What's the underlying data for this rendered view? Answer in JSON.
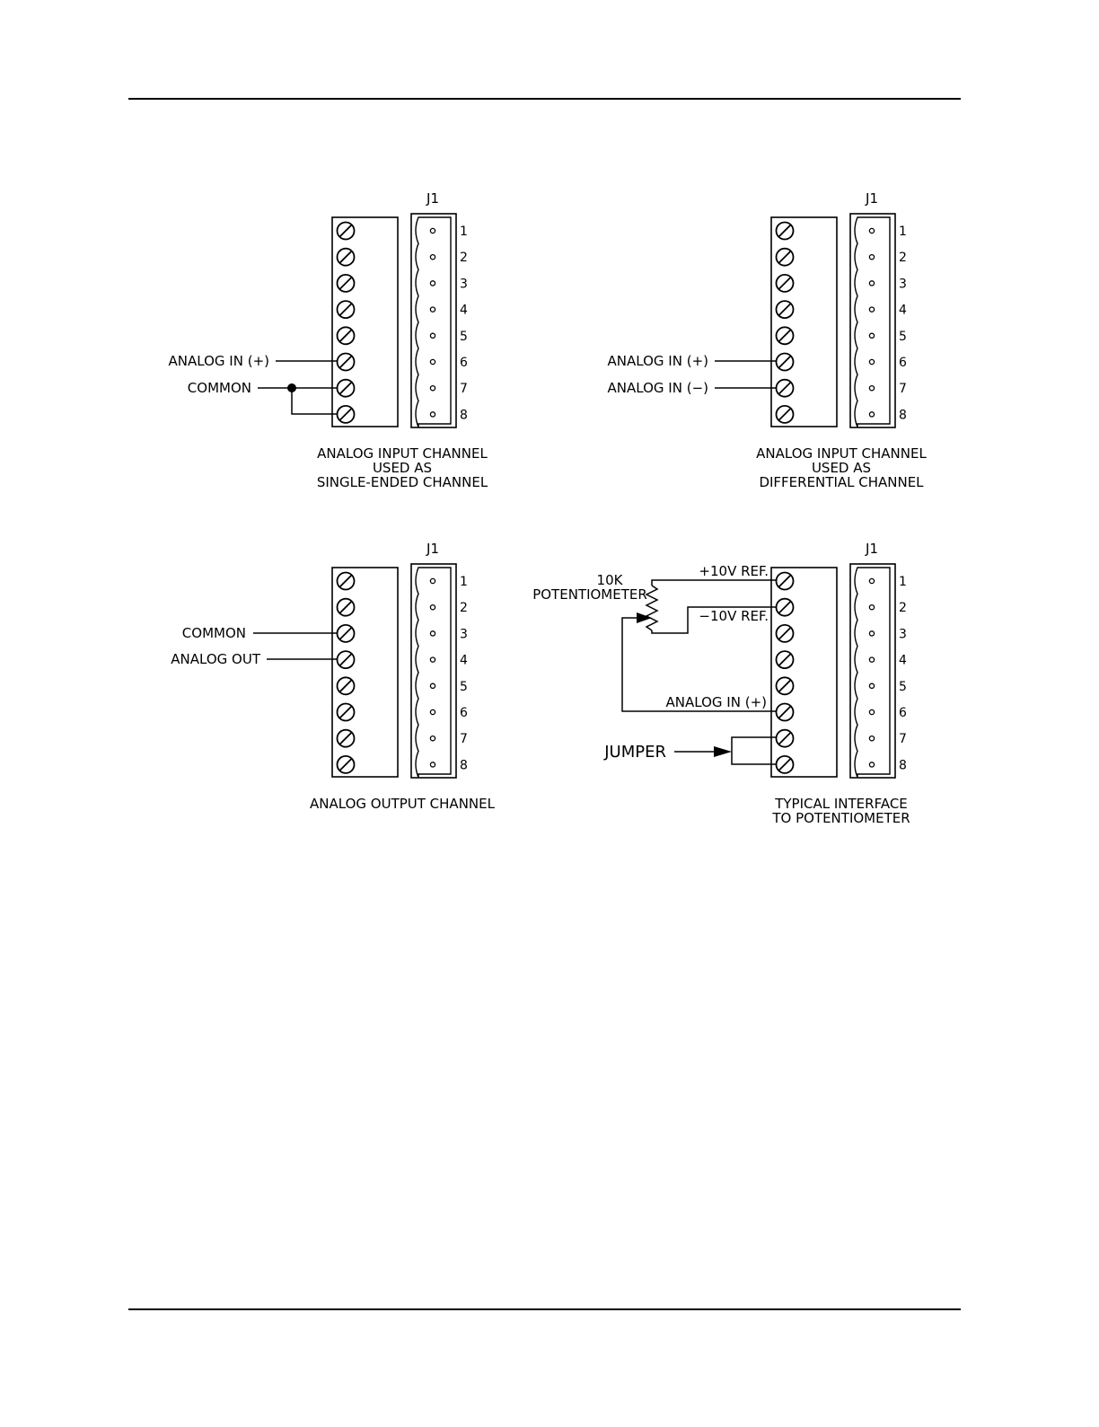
{
  "diagrams": [
    {
      "id": "single-ended",
      "connector_label": "J1",
      "pins": [
        "1",
        "2",
        "3",
        "4",
        "5",
        "6",
        "7",
        "8"
      ],
      "caption": [
        "ANALOG INPUT CHANNEL",
        "USED AS",
        "SINGLE-ENDED CHANNEL"
      ],
      "wires": [
        {
          "label": "ANALOG IN (+)",
          "pin": 6
        },
        {
          "label": "COMMON",
          "pin": 7
        }
      ]
    },
    {
      "id": "differential",
      "connector_label": "J1",
      "pins": [
        "1",
        "2",
        "3",
        "4",
        "5",
        "6",
        "7",
        "8"
      ],
      "caption": [
        "ANALOG INPUT CHANNEL",
        "USED AS",
        "DIFFERENTIAL CHANNEL"
      ],
      "wires": [
        {
          "label": "ANALOG IN (+)",
          "pin": 6
        },
        {
          "label": "ANALOG IN (−)",
          "pin": 7
        }
      ]
    },
    {
      "id": "analog-output",
      "connector_label": "J1",
      "pins": [
        "1",
        "2",
        "3",
        "4",
        "5",
        "6",
        "7",
        "8"
      ],
      "caption": [
        "ANALOG OUTPUT CHANNEL"
      ],
      "wires": [
        {
          "label": "COMMON",
          "pin": 3
        },
        {
          "label": "ANALOG OUT",
          "pin": 4
        }
      ]
    },
    {
      "id": "potentiometer",
      "connector_label": "J1",
      "pins": [
        "1",
        "2",
        "3",
        "4",
        "5",
        "6",
        "7",
        "8"
      ],
      "caption": [
        "TYPICAL INTERFACE",
        "TO POTENTIOMETER"
      ],
      "pot_label": [
        "10K",
        "POTENTIOMETER"
      ],
      "ref_plus": "+10V REF.",
      "ref_minus": "−10V REF.",
      "analog_in": "ANALOG IN (+)",
      "jumper": "JUMPER"
    }
  ]
}
